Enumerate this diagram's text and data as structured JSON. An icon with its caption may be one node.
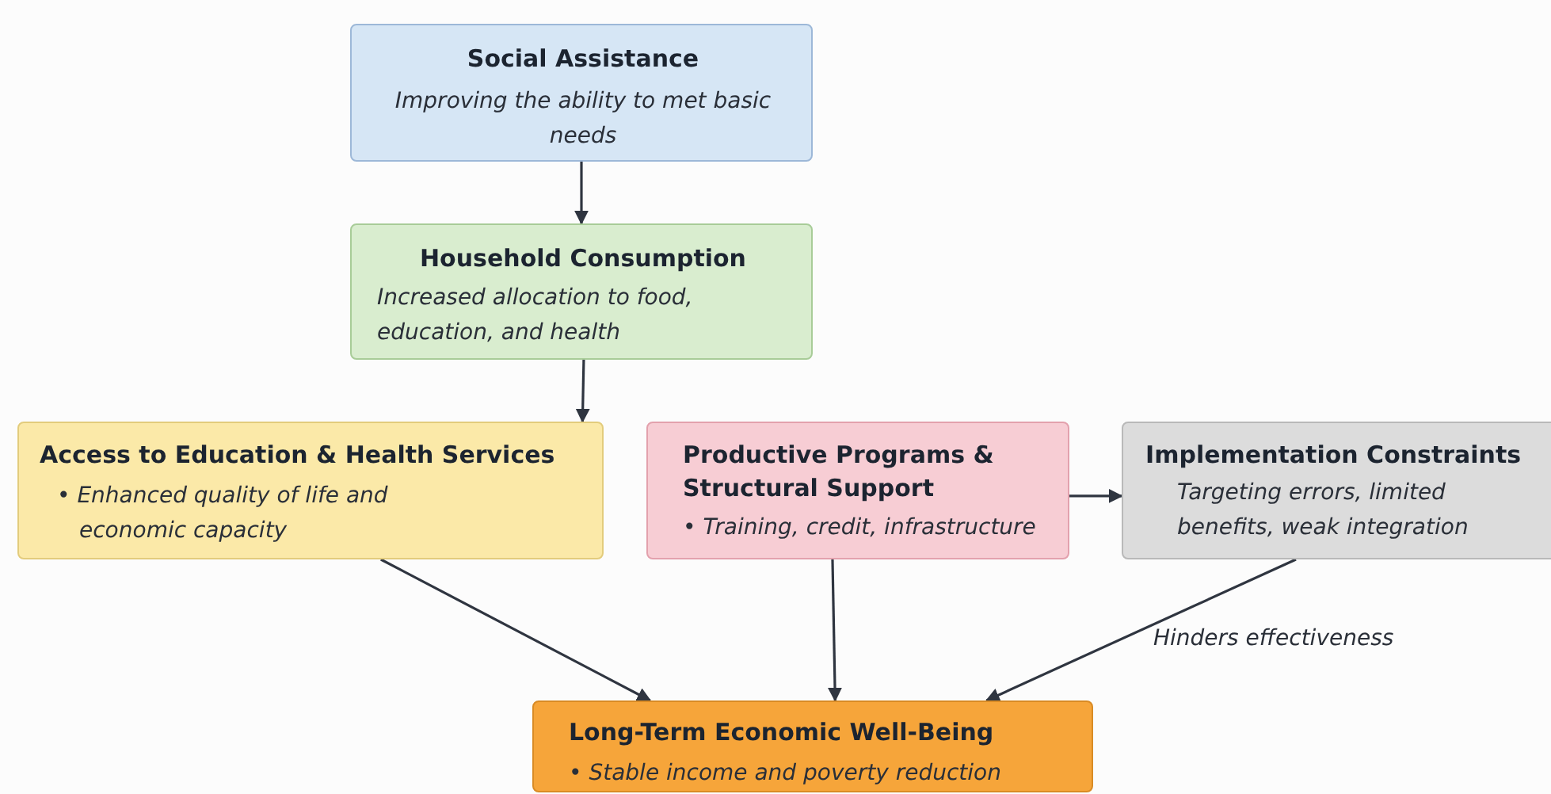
{
  "diagram": {
    "nodes": [
      {
        "text": [
          "Social Assistance",
          "Improving the ability to met basic needs"
        ]
      },
      {
        "text": [
          "Household Consumption",
          "Increased allocation to food, education, and health"
        ]
      },
      {
        "text": [
          "Access to Education & Health Services",
          "• Enhanced quality of life and economic capacity"
        ]
      },
      {
        "text": [
          "Productive Programs & Structural Support",
          "• Training, credit, infrastructure"
        ]
      },
      {
        "text": [
          "Implementation Constraints",
          "Targeting errors, limited benefits, weak integration"
        ]
      },
      {
        "text": [
          "Long-Term Economic Well-Being",
          "• Stable income and poverty reduction"
        ]
      }
    ],
    "edges": [
      {
        "from": 0,
        "to": 1,
        "arrow": "to"
      },
      {
        "from": 1,
        "to": 2,
        "arrow": "to"
      },
      {
        "from": 3,
        "to": 4,
        "arrow": "to"
      },
      {
        "from": 2,
        "to": 5,
        "arrow": "to"
      },
      {
        "from": 3,
        "to": 5,
        "arrow": "to"
      },
      {
        "from": 4,
        "to": 5,
        "arrow": "to",
        "label": "Hinders effectiveness"
      }
    ]
  }
}
